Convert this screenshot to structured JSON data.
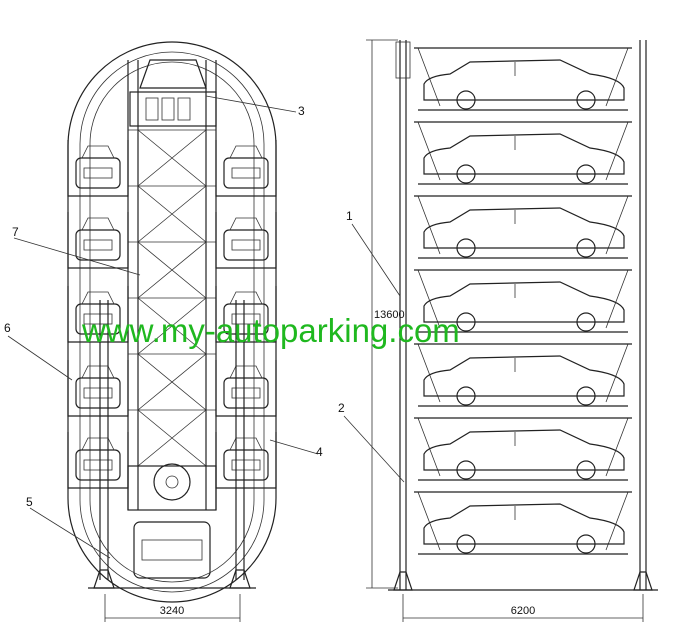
{
  "watermark": "www.my-autoparking.com",
  "labels": {
    "l1": "1",
    "l2": "2",
    "l3": "3",
    "l4": "4",
    "l5": "5",
    "l6": "6",
    "l7": "7"
  },
  "dimensions": {
    "front_width": "3240",
    "side_width": "6200",
    "height": "13600"
  },
  "colors": {
    "line": "#222222",
    "watermark": "#1fb81f"
  }
}
